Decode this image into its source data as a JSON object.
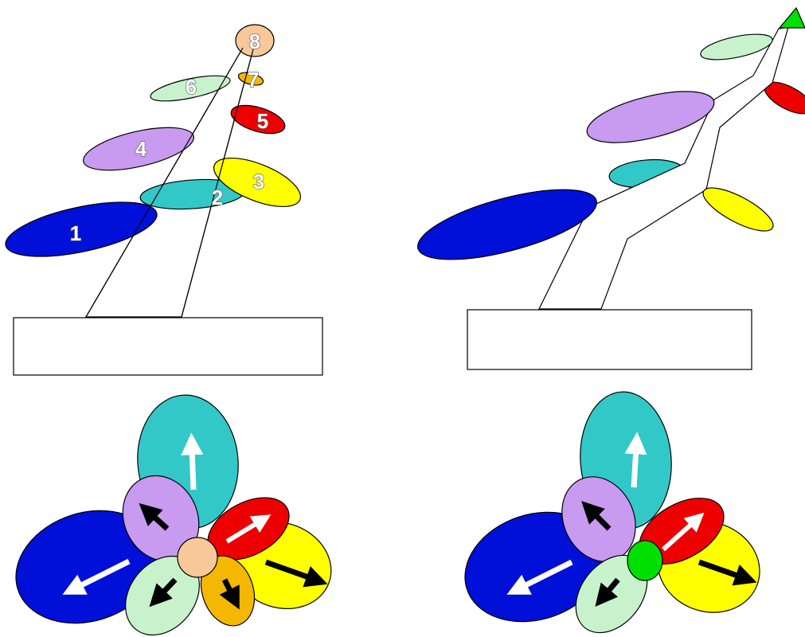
{
  "colors": {
    "blue": "#0010d8",
    "teal": "#33c8c8",
    "yellow": "#ffff00",
    "lavender": "#c89af0",
    "red": "#ee0000",
    "mint": "#c8f2cc",
    "orange": "#f5b800",
    "peach": "#f8c898",
    "green": "#00e000"
  },
  "panel_left_top": {
    "leaf_labels": [
      "1",
      "2",
      "3",
      "4",
      "5",
      "6",
      "7",
      "8"
    ]
  },
  "panel_right_top": {
    "apex_marker": "green-triangle"
  },
  "panel_left_bottom": {
    "center_color": "peach",
    "leaves": [
      "blue",
      "teal",
      "lavender",
      "red",
      "yellow",
      "mint",
      "orange"
    ]
  },
  "panel_right_bottom": {
    "center_color": "green",
    "leaves": [
      "blue",
      "teal",
      "lavender",
      "red",
      "yellow",
      "mint"
    ]
  }
}
